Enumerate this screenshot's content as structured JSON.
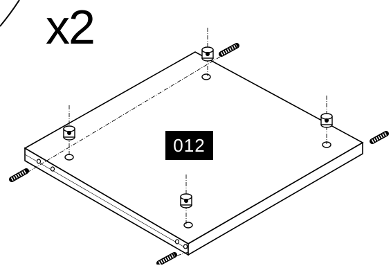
{
  "diagram": {
    "quantity_label": "x2",
    "part_number": "012",
    "colors": {
      "line": "#000000",
      "background": "#ffffff",
      "label_bg": "#000000",
      "label_text": "#ffffff"
    },
    "hardware": {
      "cam_dowels_count": 4,
      "cam_locks_count": 4,
      "holes_count": 4
    }
  }
}
